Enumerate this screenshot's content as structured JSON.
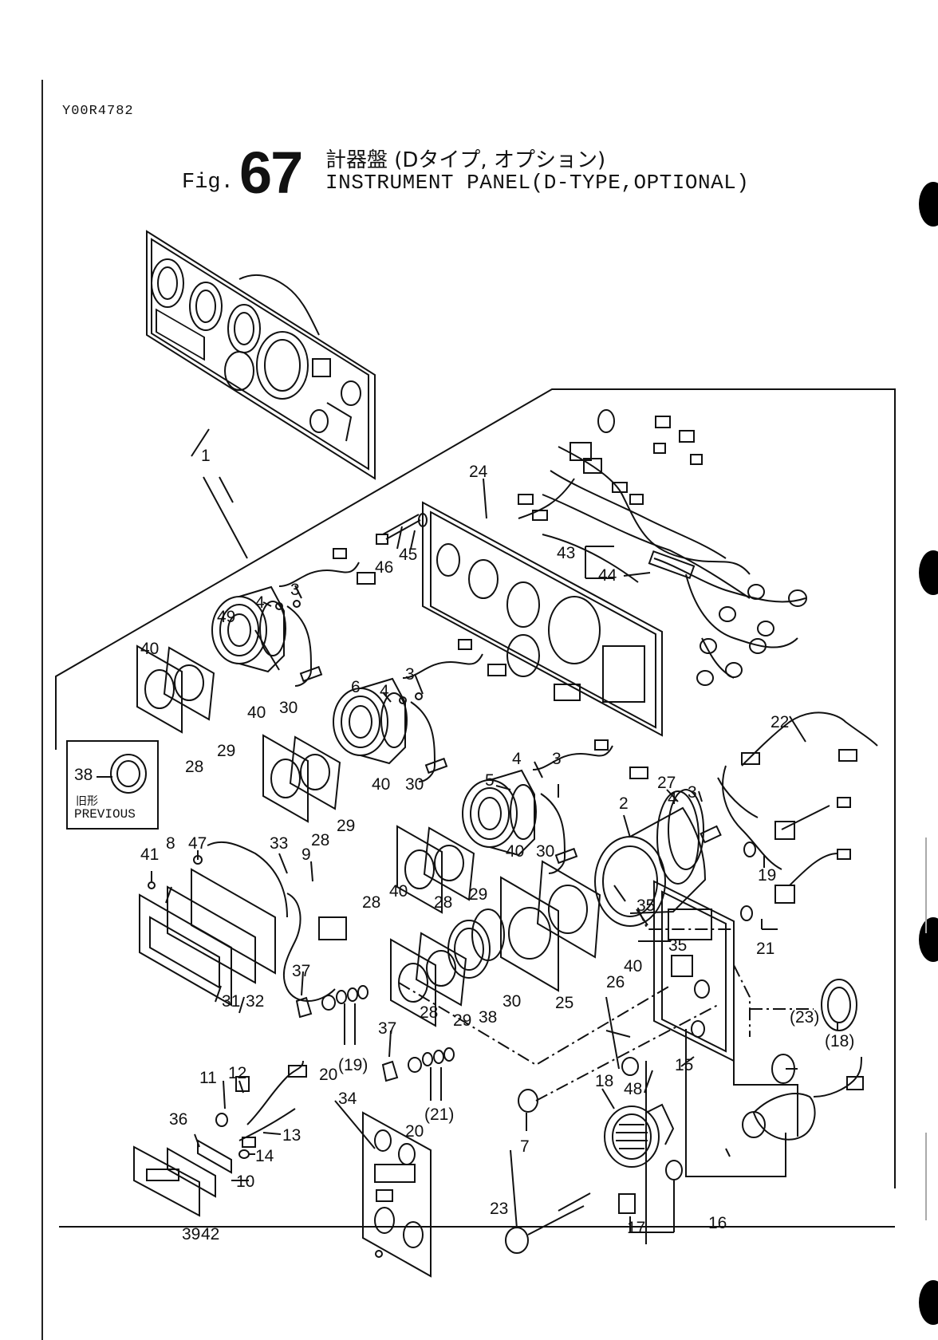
{
  "document_code": "Y00R4782",
  "figure": {
    "prefix": "Fig.",
    "number": "67",
    "title_jp": "計器盤 (Dタイプ, オプション)",
    "title_en": "INSTRUMENT PANEL(D-TYPE,OPTIONAL)"
  },
  "previous_box": {
    "part_number": "38",
    "label_jp": "旧形",
    "label_en": "PREVIOUS"
  },
  "callouts": [
    "1",
    "24",
    "46",
    "45",
    "43",
    "44",
    "3",
    "4",
    "49",
    "40",
    "30",
    "28",
    "29",
    "6",
    "38",
    "5",
    "22",
    "27",
    "2",
    "8",
    "47",
    "33",
    "9",
    "41",
    "19",
    "25",
    "26",
    "35",
    "21",
    "31",
    "32",
    "37",
    "20",
    "(19)",
    "(21)",
    "11",
    "12",
    "13",
    "36",
    "14",
    "10",
    "39",
    "42",
    "34",
    "7",
    "18",
    "48",
    "15",
    "(23)",
    "(18)",
    "23",
    "17",
    "16"
  ]
}
